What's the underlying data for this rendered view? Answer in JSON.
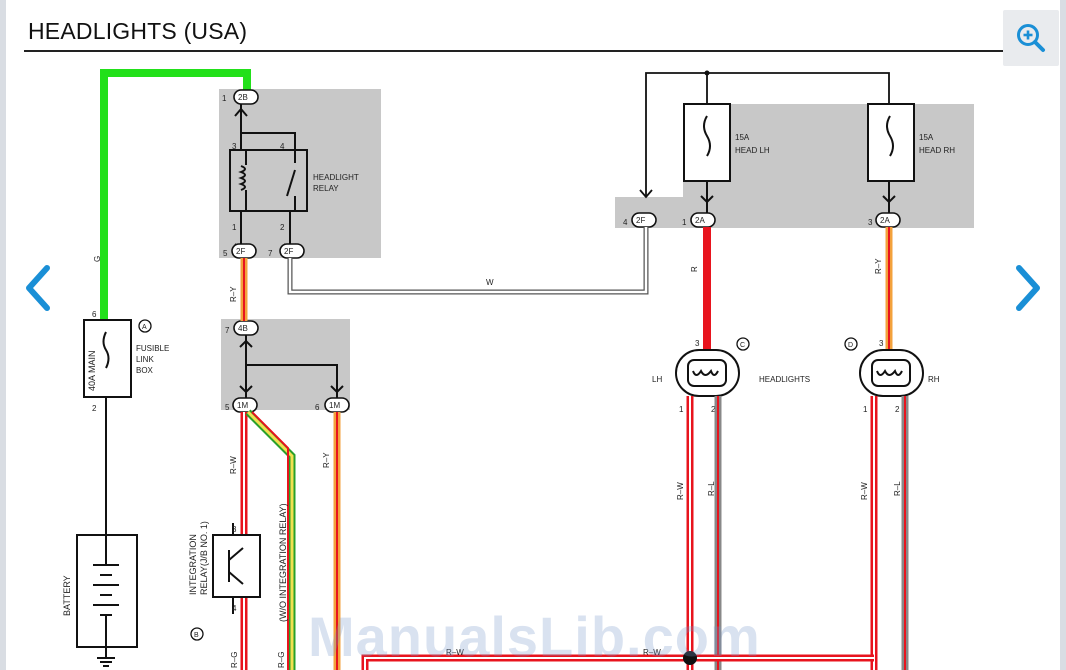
{
  "title": "HEADLIGHTS (USA)",
  "watermark": "ManualsLib.com",
  "icons": {
    "zoom": "zoom-in-icon",
    "prev": "chevron-left-icon",
    "next": "chevron-right-icon"
  },
  "colors": {
    "accent": "#1a8fd6",
    "wire_green": "#22e01a",
    "wire_red": "#e8141e",
    "wire_orange": "#f3a23c",
    "wire_gray": "#777777",
    "block_fill": "#c8c8c8"
  },
  "components": {
    "headlight_relay": [
      "HEADLIGHT",
      "RELAY"
    ],
    "fusible_link_box": [
      "FUSIBLE",
      "LINK",
      "BOX"
    ],
    "fuse_main": "40A MAIN",
    "fuse_head_lh": [
      "15A",
      "HEAD LH"
    ],
    "fuse_head_rh": [
      "15A",
      "HEAD RH"
    ],
    "headlights_label": "HEADLIGHTS",
    "headlight_lh": "LH",
    "headlight_rh": "RH",
    "battery": "BATTERY",
    "integration_relay": [
      "INTEGRATION",
      "RELAY(J/B NO. 1)"
    ],
    "wo_integration_relay": "(W/O INTEGRATION RELAY)"
  },
  "connectors": {
    "c_2b": "2B",
    "c_2f_5": "2F",
    "c_2f_7": "2F",
    "c_4b": "4B",
    "c_1m_5": "1M",
    "c_1m_6": "1M",
    "c_2f_4": "2F",
    "c_2a_1": "2A",
    "c_2a_3": "2A"
  },
  "circle_labels": {
    "a": "A",
    "b": "B",
    "c": "C",
    "d": "D"
  },
  "pins": {
    "p_2b": "1",
    "p_relay_3": "3",
    "p_relay_4": "4",
    "p_relay_1": "1",
    "p_relay_2": "2",
    "p_2f_5": "5",
    "p_2f_7": "7",
    "p_4b": "7",
    "p_1m_5": "5",
    "p_1m_6": "6",
    "p_fl_6": "6",
    "p_fl_2": "2",
    "p_ir_3": "3",
    "p_ir_4": "4",
    "p_2f_4": "4",
    "p_2a_1": "1",
    "p_2a_3": "3",
    "p_lh_3": "3",
    "p_lh_1": "1",
    "p_lh_2": "2",
    "p_rh_3": "3",
    "p_rh_1": "1",
    "p_rh_2": "2"
  },
  "wire_codes": {
    "g": "G",
    "ry_1": "R–Y",
    "ry_2": "R–Y",
    "ry_3": "R–Y",
    "rw_1": "R–W",
    "w": "W",
    "r": "R",
    "rw_lh": "R–W",
    "rl_lh": "R–L",
    "rw_rh": "R–W",
    "rl_rh": "R–L",
    "rg_1": "R–G",
    "rg_2": "R–G",
    "rw_b1": "R–W",
    "rw_b2": "R–W"
  }
}
